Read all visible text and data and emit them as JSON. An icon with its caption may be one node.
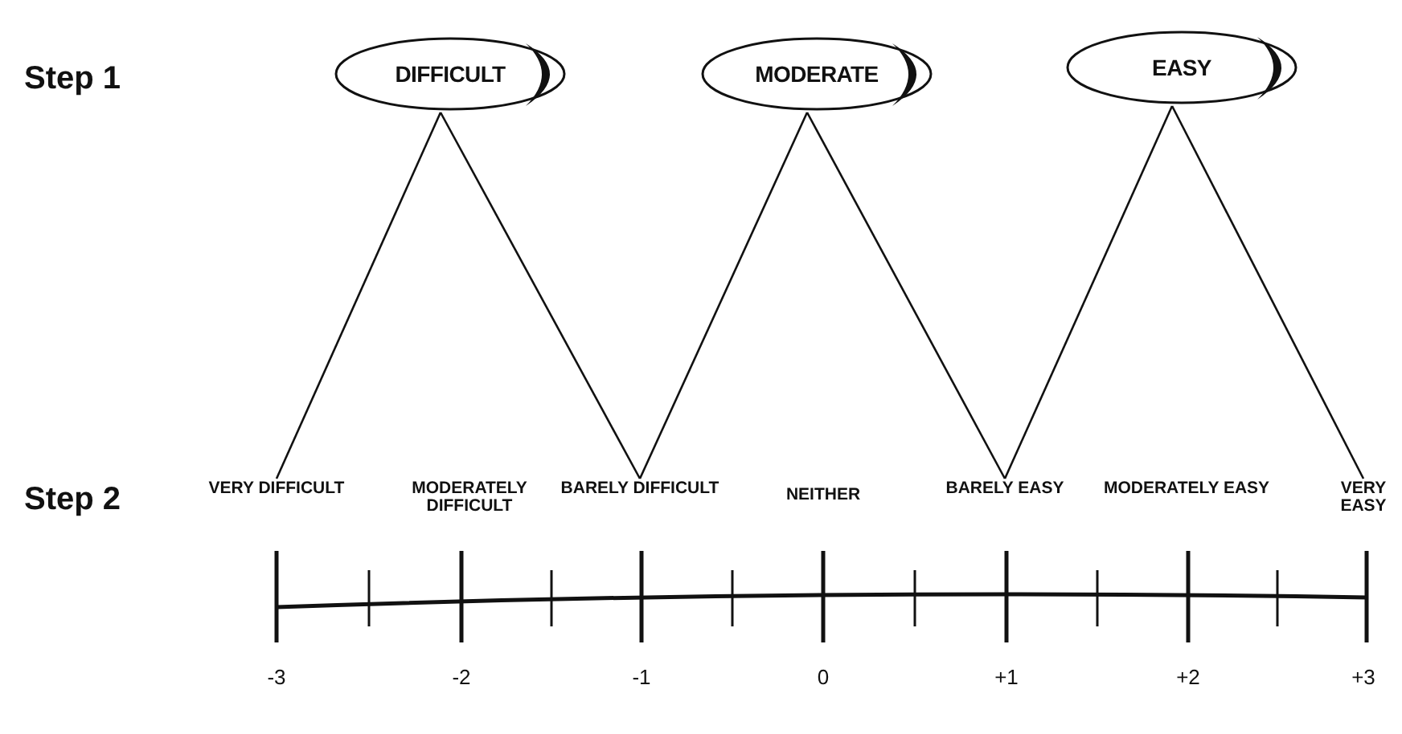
{
  "diagram": {
    "nodes": [
      {
        "text": [
          "DIFFICULT"
        ]
      },
      {
        "text": [
          "MODERATE"
        ]
      },
      {
        "text": [
          "EASY"
        ]
      },
      {
        "text": [
          "VERY DIFFICULT"
        ]
      },
      {
        "text": [
          "MODERATELY DIFFICULT"
        ]
      },
      {
        "text": [
          "BARELY DIFFICULT"
        ]
      },
      {
        "text": [
          "NEITHER"
        ]
      },
      {
        "text": [
          "BARELY EASY"
        ]
      },
      {
        "text": [
          "MODERATELY EASY"
        ]
      },
      {
        "text": [
          "VERY EASY"
        ]
      }
    ],
    "edges": [
      {
        "from": 0,
        "to": 3,
        "arrow": "none"
      },
      {
        "from": 0,
        "to": 5,
        "arrow": "none"
      },
      {
        "from": 1,
        "to": 5,
        "arrow": "none"
      },
      {
        "from": 1,
        "to": 7,
        "arrow": "none"
      },
      {
        "from": 2,
        "to": 7,
        "arrow": "none"
      },
      {
        "from": 2,
        "to": 9,
        "arrow": "none"
      }
    ],
    "labels": [
      "Step 1",
      "Step 2",
      "-3",
      "-2",
      "-1",
      "0",
      "+1",
      "+2",
      "+3"
    ]
  }
}
